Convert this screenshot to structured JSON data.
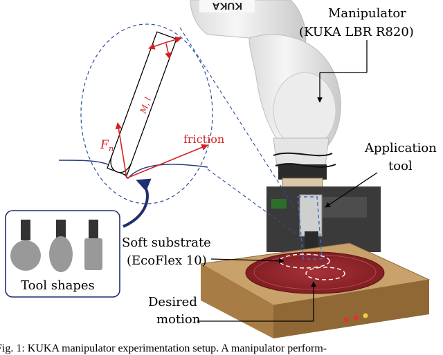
{
  "labels": {
    "manipulator": "Manipulator",
    "manipulator_model": "(KUKA LBR R820)",
    "application": "Application",
    "tool": "tool",
    "soft_substrate": "Soft substrate",
    "ecoflex": "(EcoFlex 10)",
    "desired": "Desired",
    "motion": "motion",
    "tool_shapes": "Tool shapes",
    "force_symbol": "F",
    "force_subscript": "n",
    "friction": "friction",
    "moment_label": "M, l"
  },
  "caption": "Fig. 1: KUKA manipulator experimentation setup. A manipulator perform-",
  "colors": {
    "robot_white": "#f2f2f2",
    "substrate_red": "#8a1f24",
    "box_wood": "#c79a5e",
    "force_red": "#d62020",
    "dashed_blue": "#1f3f8f",
    "tool_gray": "#999999",
    "tool_dark": "#333333"
  }
}
